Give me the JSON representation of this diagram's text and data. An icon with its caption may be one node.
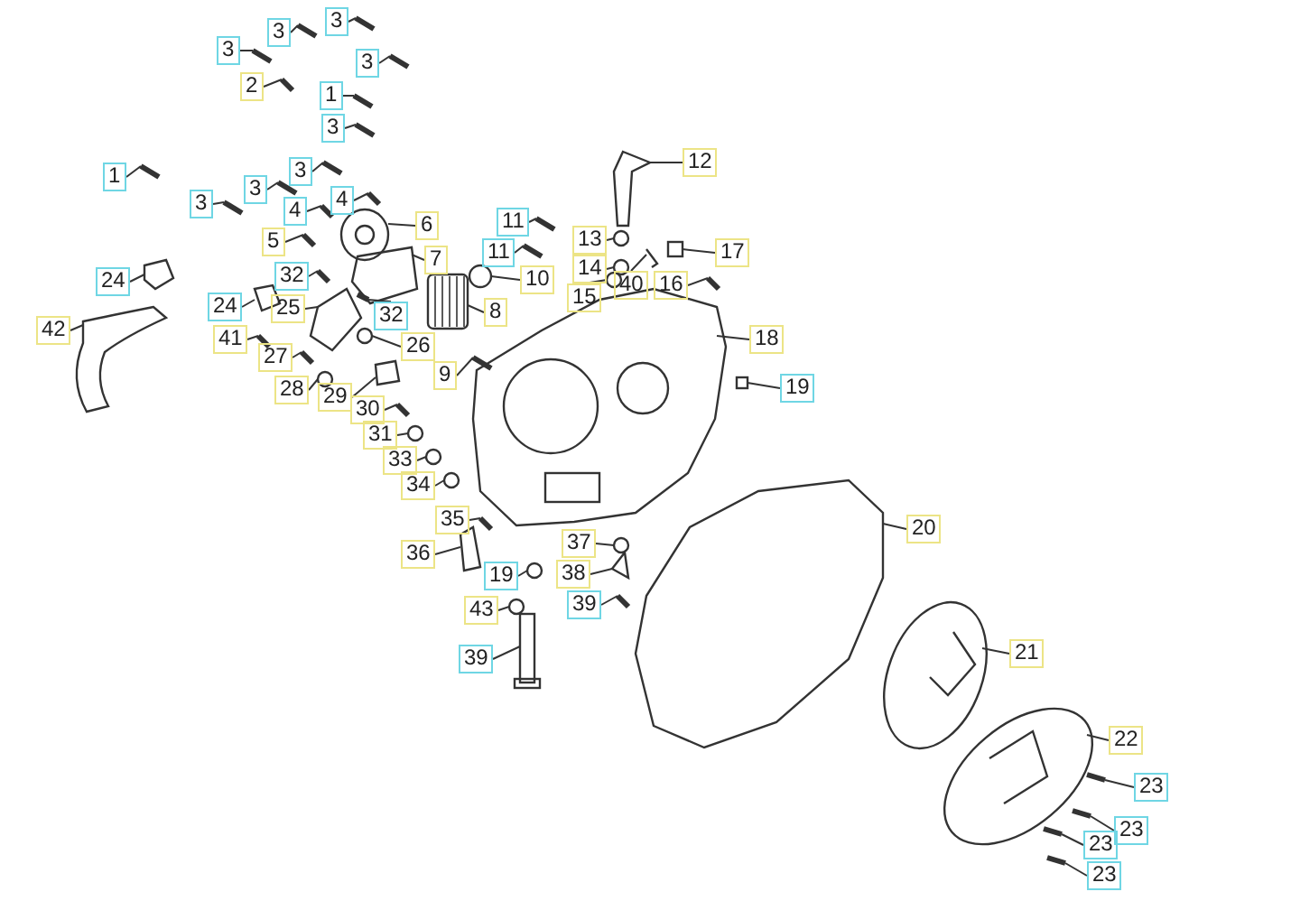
{
  "diagram": {
    "nodes": [
      {
        "text": [
          "3"
        ]
      },
      {
        "text": [
          "3"
        ]
      },
      {
        "text": [
          "3"
        ]
      },
      {
        "text": [
          "3"
        ]
      },
      {
        "text": [
          "2"
        ]
      },
      {
        "text": [
          "1"
        ]
      },
      {
        "text": [
          "3"
        ]
      },
      {
        "text": [
          "1"
        ]
      },
      {
        "text": [
          "3"
        ]
      },
      {
        "text": [
          "3"
        ]
      },
      {
        "text": [
          "3"
        ]
      },
      {
        "text": [
          "4"
        ]
      },
      {
        "text": [
          "4"
        ]
      },
      {
        "text": [
          "5"
        ]
      },
      {
        "text": [
          "6"
        ]
      },
      {
        "text": [
          "11"
        ]
      },
      {
        "text": [
          "12"
        ]
      },
      {
        "text": [
          "7"
        ]
      },
      {
        "text": [
          "11"
        ]
      },
      {
        "text": [
          "13"
        ]
      },
      {
        "text": [
          "17"
        ]
      },
      {
        "text": [
          "24"
        ]
      },
      {
        "text": [
          "32"
        ]
      },
      {
        "text": [
          "10"
        ]
      },
      {
        "text": [
          "14"
        ]
      },
      {
        "text": [
          "40"
        ]
      },
      {
        "text": [
          "16"
        ]
      },
      {
        "text": [
          "24"
        ]
      },
      {
        "text": [
          "25"
        ]
      },
      {
        "text": [
          "15"
        ]
      },
      {
        "text": [
          "8"
        ]
      },
      {
        "text": [
          "32"
        ]
      },
      {
        "text": [
          "26"
        ]
      },
      {
        "text": [
          "42"
        ]
      },
      {
        "text": [
          "41"
        ]
      },
      {
        "text": [
          "18"
        ]
      },
      {
        "text": [
          "27"
        ]
      },
      {
        "text": [
          "9"
        ]
      },
      {
        "text": [
          "28"
        ]
      },
      {
        "text": [
          "19"
        ]
      },
      {
        "text": [
          "29"
        ]
      },
      {
        "text": [
          "30"
        ]
      },
      {
        "text": [
          "31"
        ]
      },
      {
        "text": [
          "33"
        ]
      },
      {
        "text": [
          "34"
        ]
      },
      {
        "text": [
          "20"
        ]
      },
      {
        "text": [
          "35"
        ]
      },
      {
        "text": [
          "37"
        ]
      },
      {
        "text": [
          "36"
        ]
      },
      {
        "text": [
          "19"
        ]
      },
      {
        "text": [
          "38"
        ]
      },
      {
        "text": [
          "39"
        ]
      },
      {
        "text": [
          "43"
        ]
      },
      {
        "text": [
          "21"
        ]
      },
      {
        "text": [
          "39"
        ]
      },
      {
        "text": [
          "22"
        ]
      },
      {
        "text": [
          "23"
        ]
      },
      {
        "text": [
          "23"
        ]
      },
      {
        "text": [
          "23"
        ]
      },
      {
        "text": [
          "23"
        ]
      },
      {
        "text": [],
        "shape": "bar"
      },
      {
        "text": [],
        "shape": "bar"
      },
      {
        "text": [],
        "shape": "bar"
      },
      {
        "text": [],
        "shape": "bar"
      },
      {
        "text": [],
        "shape": "bar"
      },
      {
        "text": [],
        "shape": "bar"
      },
      {
        "text": [],
        "shape": "bar"
      },
      {
        "text": [],
        "shape": "bar"
      },
      {
        "text": [],
        "shape": "bar"
      },
      {
        "text": [],
        "shape": "bar"
      },
      {
        "text": [],
        "shape": "bar"
      },
      {
        "text": [],
        "shape": "bar"
      },
      {
        "text": [],
        "shape": "bar"
      },
      {
        "text": [],
        "shape": "bar"
      },
      {
        "text": [],
        "shape": "picture"
      },
      {
        "text": [],
        "shape": "bar"
      },
      {
        "text": [],
        "shape": "picture"
      },
      {
        "text": [],
        "shape": "picture"
      },
      {
        "text": [],
        "shape": "bar"
      },
      {
        "text": [],
        "shape": "circle"
      },
      {
        "text": [],
        "shape": "box"
      },
      {
        "text": [],
        "shape": "picture"
      },
      {
        "text": [],
        "shape": "bar"
      },
      {
        "text": [],
        "shape": "circle"
      },
      {
        "text": [],
        "shape": "circle"
      },
      {
        "text": [],
        "shape": "picture"
      },
      {
        "text": [],
        "shape": "bar"
      },
      {
        "text": [],
        "shape": "picture"
      },
      {
        "text": [],
        "shape": "picture"
      },
      {
        "text": [],
        "shape": "circle"
      },
      {
        "text": [],
        "shape": "picture"
      },
      {
        "text": [],
        "shape": "bar"
      },
      {
        "text": [],
        "shape": "circle"
      },
      {
        "text": [],
        "shape": "picture"
      },
      {
        "text": [],
        "shape": "bar"
      },
      {
        "text": [],
        "shape": "picture"
      },
      {
        "text": [],
        "shape": "bar"
      },
      {
        "text": [],
        "shape": "bar"
      },
      {
        "text": [],
        "shape": "circle"
      },
      {
        "text": [],
        "shape": "box"
      },
      {
        "text": [],
        "shape": "picture"
      },
      {
        "text": [],
        "shape": "bar"
      },
      {
        "text": [],
        "shape": "circle"
      },
      {
        "text": [],
        "shape": "circle"
      },
      {
        "text": [],
        "shape": "circle"
      },
      {
        "text": [],
        "shape": "picture"
      },
      {
        "text": [],
        "shape": "bar"
      },
      {
        "text": [],
        "shape": "circle"
      },
      {
        "text": [],
        "shape": "picture"
      },
      {
        "text": [],
        "shape": "circle"
      },
      {
        "text": [],
        "shape": "picture"
      },
      {
        "text": [],
        "shape": "bar"
      },
      {
        "text": [],
        "shape": "circle"
      },
      {
        "text": [],
        "shape": "picture"
      },
      {
        "text": [],
        "shape": "box"
      },
      {
        "text": [],
        "shape": "picture"
      },
      {
        "text": [],
        "shape": "bar"
      },
      {
        "text": [],
        "shape": "bar"
      },
      {
        "text": [],
        "shape": "bar"
      },
      {
        "text": [],
        "shape": "bar"
      }
    ],
    "edges": [
      {
        "from": 0,
        "to": 60,
        "arrow": "none"
      },
      {
        "from": 1,
        "to": 61,
        "arrow": "none"
      },
      {
        "from": 2,
        "to": 62,
        "arrow": "none"
      },
      {
        "from": 3,
        "to": 63,
        "arrow": "none"
      },
      {
        "from": 4,
        "to": 64,
        "arrow": "none"
      },
      {
        "from": 5,
        "to": 65,
        "arrow": "none"
      },
      {
        "from": 6,
        "to": 66,
        "arrow": "none"
      },
      {
        "from": 7,
        "to": 67,
        "arrow": "none"
      },
      {
        "from": 8,
        "to": 68,
        "arrow": "none"
      },
      {
        "from": 9,
        "to": 69,
        "arrow": "none"
      },
      {
        "from": 10,
        "to": 70,
        "arrow": "none"
      },
      {
        "from": 11,
        "to": 71,
        "arrow": "none"
      },
      {
        "from": 12,
        "to": 72,
        "arrow": "none"
      },
      {
        "from": 13,
        "to": 73,
        "arrow": "none"
      },
      {
        "from": 14,
        "to": 74,
        "arrow": "none"
      },
      {
        "from": 15,
        "to": 75,
        "arrow": "none"
      },
      {
        "from": 16,
        "to": 76,
        "arrow": "none"
      },
      {
        "from": 17,
        "to": 77,
        "arrow": "none"
      },
      {
        "from": 18,
        "to": 78,
        "arrow": "none"
      },
      {
        "from": 19,
        "to": 79,
        "arrow": "none"
      },
      {
        "from": 20,
        "to": 80,
        "arrow": "none"
      },
      {
        "from": 21,
        "to": 81,
        "arrow": "none"
      },
      {
        "from": 22,
        "to": 82,
        "arrow": "none"
      },
      {
        "from": 23,
        "to": 83,
        "arrow": "none"
      },
      {
        "from": 24,
        "to": 84,
        "arrow": "none"
      },
      {
        "from": 25,
        "to": 85,
        "arrow": "none"
      },
      {
        "from": 26,
        "to": 86,
        "arrow": "none"
      },
      {
        "from": 27,
        "to": 87,
        "arrow": "none"
      },
      {
        "from": 28,
        "to": 88,
        "arrow": "none"
      },
      {
        "from": 29,
        "to": 89,
        "arrow": "none"
      },
      {
        "from": 30,
        "to": 90,
        "arrow": "none"
      },
      {
        "from": 31,
        "to": 91,
        "arrow": "none"
      },
      {
        "from": 32,
        "to": 92,
        "arrow": "none"
      },
      {
        "from": 33,
        "to": 93,
        "arrow": "none"
      },
      {
        "from": 34,
        "to": 94,
        "arrow": "none"
      },
      {
        "from": 35,
        "to": 95,
        "arrow": "none"
      },
      {
        "from": 36,
        "to": 96,
        "arrow": "none"
      },
      {
        "from": 37,
        "to": 97,
        "arrow": "none"
      },
      {
        "from": 38,
        "to": 98,
        "arrow": "none"
      },
      {
        "from": 39,
        "to": 99,
        "arrow": "none"
      },
      {
        "from": 40,
        "to": 100,
        "arrow": "none"
      },
      {
        "from": 41,
        "to": 101,
        "arrow": "none"
      },
      {
        "from": 42,
        "to": 102,
        "arrow": "none"
      },
      {
        "from": 43,
        "to": 103,
        "arrow": "none"
      },
      {
        "from": 44,
        "to": 104,
        "arrow": "none"
      },
      {
        "from": 45,
        "to": 105,
        "arrow": "none"
      },
      {
        "from": 46,
        "to": 106,
        "arrow": "none"
      },
      {
        "from": 47,
        "to": 107,
        "arrow": "none"
      },
      {
        "from": 48,
        "to": 108,
        "arrow": "none"
      },
      {
        "from": 49,
        "to": 109,
        "arrow": "none"
      },
      {
        "from": 50,
        "to": 110,
        "arrow": "none"
      },
      {
        "from": 51,
        "to": 111,
        "arrow": "none"
      },
      {
        "from": 52,
        "to": 112,
        "arrow": "none"
      },
      {
        "from": 53,
        "to": 113,
        "arrow": "none"
      },
      {
        "from": 54,
        "to": 114,
        "arrow": "none"
      },
      {
        "from": 55,
        "to": 115,
        "arrow": "none"
      },
      {
        "from": 56,
        "to": 116,
        "arrow": "none"
      },
      {
        "from": 57,
        "to": 117,
        "arrow": "none"
      },
      {
        "from": 58,
        "to": 118,
        "arrow": "none"
      },
      {
        "from": 59,
        "to": 119,
        "arrow": "none"
      }
    ]
  }
}
